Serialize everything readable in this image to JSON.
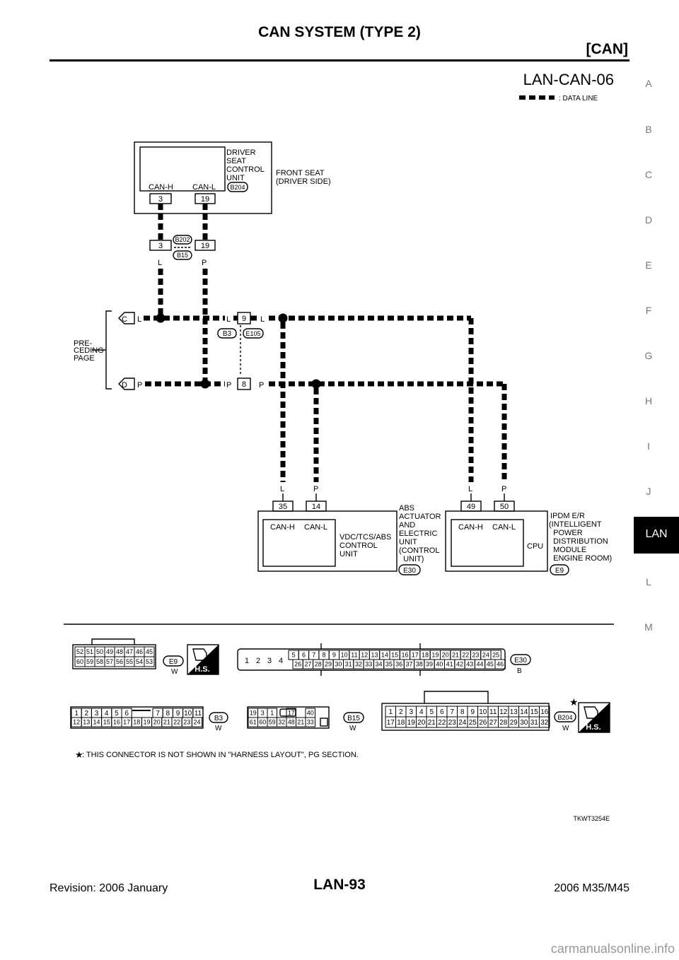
{
  "header": {
    "title": "CAN SYSTEM (TYPE 2)",
    "subtitle": "[CAN]"
  },
  "sidebar": {
    "letters": [
      "A",
      "B",
      "C",
      "D",
      "E",
      "F",
      "G",
      "H",
      "I",
      "J",
      "LAN",
      "L",
      "M"
    ],
    "active": "LAN"
  },
  "diagram": {
    "id": "LAN-CAN-06",
    "legend": ": DATA LINE",
    "top_unit": {
      "lines": [
        "DRIVER",
        "SEAT",
        "CONTROL",
        "UNIT"
      ],
      "can_h": "CAN-H",
      "can_l": "CAN-L",
      "pins": [
        "3",
        "19"
      ],
      "connector": "B204",
      "side_label": [
        "FRONT SEAT",
        "(DRIVER SIDE)"
      ]
    },
    "joint1": {
      "pins": [
        "3",
        "19"
      ],
      "conn_top": "B202",
      "conn_bottom": "B15",
      "wires": [
        "L",
        "P"
      ]
    },
    "joint2": {
      "pins": [
        "9",
        "8"
      ],
      "conn_left": "B3",
      "conn_right": "E105"
    },
    "preceding": {
      "lines": [
        "PRE-",
        "CEDING",
        "PAGE"
      ],
      "c": "C",
      "d": "D"
    },
    "wire_colors": {
      "l": "L",
      "p": "P"
    },
    "abs_unit": {
      "pins": [
        "35",
        "14"
      ],
      "can_h": "CAN-H",
      "can_l": "CAN-L",
      "inner": [
        "VDC/TCS/ABS",
        "CONTROL",
        "UNIT"
      ],
      "side": [
        "ABS",
        "ACTUATOR",
        "AND",
        "ELECTRIC",
        "UNIT",
        "(CONTROL",
        "  UNIT)"
      ],
      "connector": "E30"
    },
    "ipdm_unit": {
      "pins": [
        "49",
        "50"
      ],
      "can_h": "CAN-H",
      "can_l": "CAN-L",
      "cpu": "CPU",
      "side": [
        "IPDM E/R",
        "(INTELLIGENT",
        "  POWER",
        "  DISTRIBUTION",
        "  MODULE",
        "  ENGINE ROOM)"
      ],
      "connector": "E9"
    }
  },
  "connectors": {
    "e9": {
      "row1": [
        "52",
        "51",
        "50",
        "49",
        "48",
        "47",
        "46",
        "45"
      ],
      "row2": [
        "60",
        "59",
        "58",
        "57",
        "56",
        "55",
        "54",
        "53"
      ],
      "name": "E9",
      "color": "W"
    },
    "e30": {
      "left": [
        "1",
        "2",
        "3",
        "4"
      ],
      "row1": [
        "5",
        "6",
        "7",
        "8",
        "9",
        "10",
        "11",
        "12",
        "13",
        "14",
        "15",
        "16",
        "17",
        "18",
        "19",
        "20",
        "21",
        "22",
        "23",
        "24",
        "25"
      ],
      "row2": [
        "26",
        "27",
        "28",
        "29",
        "30",
        "31",
        "32",
        "33",
        "34",
        "35",
        "36",
        "37",
        "38",
        "39",
        "40",
        "41",
        "42",
        "43",
        "44",
        "45",
        "46"
      ],
      "name": "E30",
      "color": "B"
    },
    "b3": {
      "row1": [
        "1",
        "2",
        "3",
        "4",
        "5",
        "6",
        "",
        "7",
        "8",
        "9",
        "10",
        "11"
      ],
      "row2": [
        "12",
        "13",
        "14",
        "15",
        "16",
        "17",
        "18",
        "19",
        "20",
        "21",
        "22",
        "23",
        "24"
      ],
      "name": "B3",
      "color": "W"
    },
    "b15": {
      "row1": [
        "19",
        "3",
        "1",
        "",
        "17",
        "",
        "40"
      ],
      "row2": [
        "61",
        "60",
        "59",
        "32",
        "48",
        "21",
        "33"
      ],
      "name": "B15",
      "color": "W"
    },
    "b204": {
      "row1": [
        "1",
        "2",
        "3",
        "4",
        "5",
        "6",
        "7",
        "8",
        "9",
        "10",
        "11",
        "12",
        "13",
        "14",
        "15",
        "16"
      ],
      "row2": [
        "17",
        "18",
        "19",
        "20",
        "21",
        "22",
        "23",
        "24",
        "25",
        "26",
        "27",
        "28",
        "29",
        "30",
        "31",
        "32"
      ],
      "name": "B204",
      "color": "W"
    },
    "hs_label": "H.S.",
    "note": ": THIS CONNECTOR IS NOT SHOWN IN \"HARNESS LAYOUT\", PG SECTION.",
    "code": "TKWT3254E"
  },
  "footer": {
    "left": "Revision: 2006 January",
    "center": "LAN-93",
    "right": "2006 M35/M45"
  },
  "watermark": "carmanualsonline.info",
  "colors": {
    "text": "#000000",
    "sidebar_text": "#777777",
    "tab_bg": "#000000",
    "tab_text": "#ffffff",
    "watermark": "#999999"
  }
}
